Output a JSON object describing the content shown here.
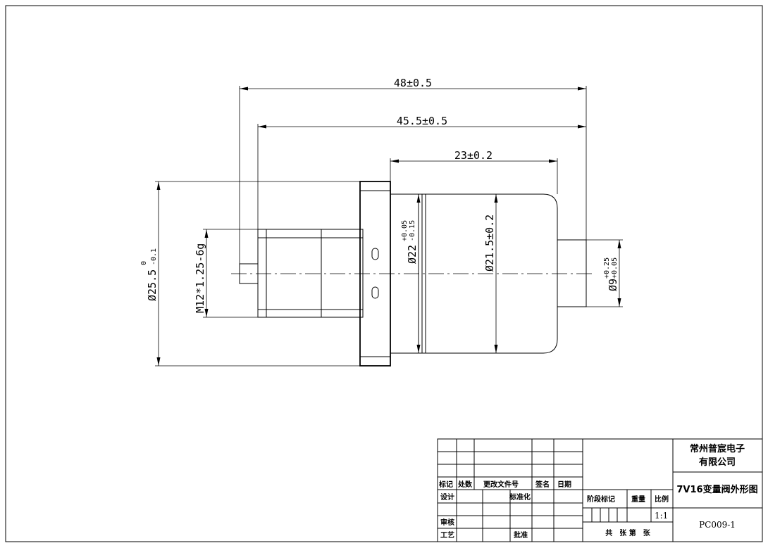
{
  "dimensions": {
    "overall_length": "48±0.5",
    "body_to_end": "45.5±0.5",
    "body_length": "23±0.2",
    "flange_dia_main": "Ø25.5",
    "flange_dia_tol_upper": "0",
    "flange_dia_tol_lower": "-0.1",
    "thread": "M12*1.25-6g",
    "seal_dia_main": "Ø22",
    "seal_dia_tol_upper": "+0.05",
    "seal_dia_tol_lower": "-0.15",
    "body_dia": "Ø21.5±0.2",
    "pin_dia_main": "Ø9",
    "pin_dia_tol_upper": "+0.25",
    "pin_dia_tol_lower": "+0.05"
  },
  "title_block": {
    "company_line1": "常州普宸电子",
    "company_line2": "有限公司",
    "drawing_title": "7V16变量阀外形图",
    "drawing_number": "PC009-1",
    "scale": "1:1",
    "headers": {
      "mark": "标记",
      "count": "处数",
      "change_doc": "更改文件号",
      "signature": "签名",
      "date": "日期",
      "design": "设计",
      "standardization": "标准化",
      "stage_mark": "阶段标记",
      "weight": "重量",
      "scale_label": "比例",
      "review": "审核",
      "process": "工艺",
      "approve": "批准",
      "sheets": "共　张 第　张"
    }
  }
}
